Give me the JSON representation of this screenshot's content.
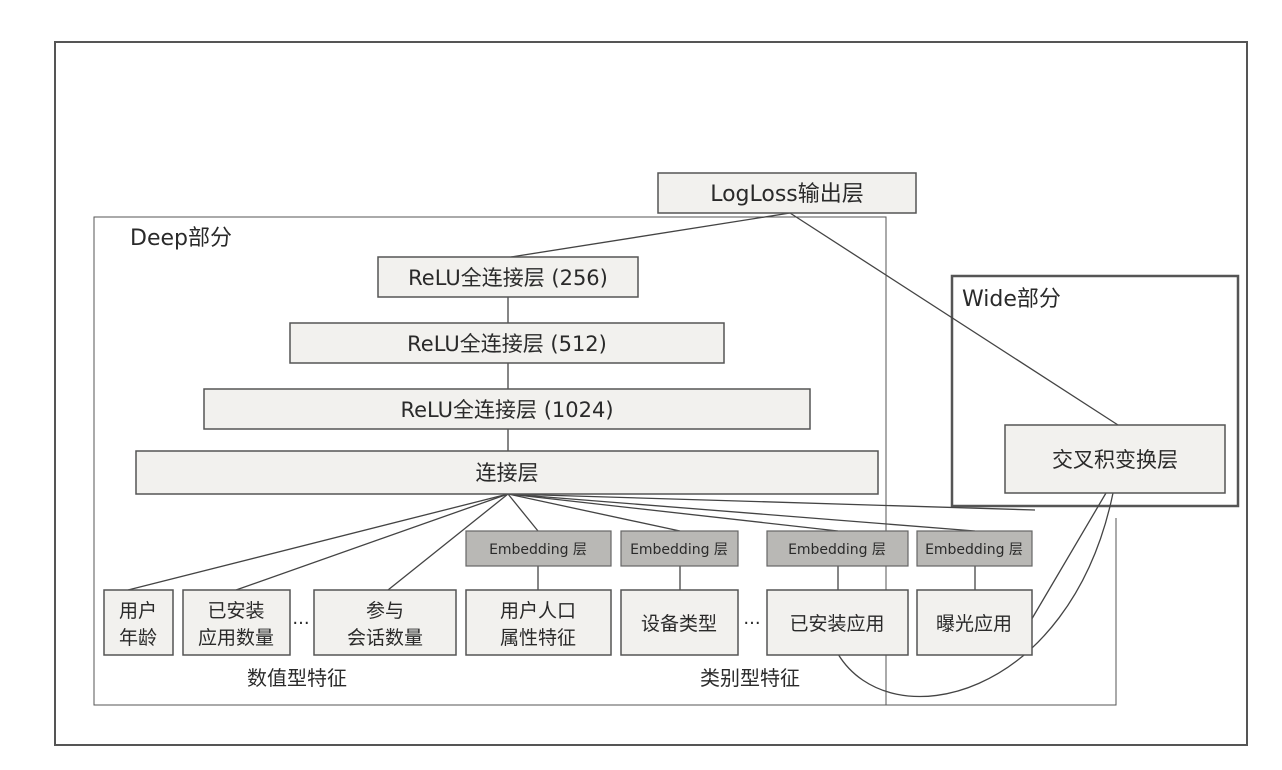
{
  "diagram": {
    "output_layer": "LogLoss输出层",
    "deep_label": "Deep部分",
    "wide_label": "Wide部分",
    "relu_256": "ReLU全连接层 (256)",
    "relu_512": "ReLU全连接层 (512)",
    "relu_1024": "ReLU全连接层 (1024)",
    "concat_layer": "连接层",
    "cross_product_layer": "交叉积变换层",
    "embedding_label": "Embedding 层",
    "ellipsis": "···",
    "features": {
      "user_age": [
        "用户",
        "年龄"
      ],
      "installed_app_count": [
        "已安装",
        "应用数量"
      ],
      "session_count": [
        "参与",
        "会话数量"
      ],
      "user_demographics": [
        "用户人口",
        "属性特征"
      ],
      "device_type": "设备类型",
      "installed_apps": "已安装应用",
      "impression_app": "曝光应用"
    },
    "numeric_features_label": "数值型特征",
    "categorical_features_label": "类别型特征"
  }
}
